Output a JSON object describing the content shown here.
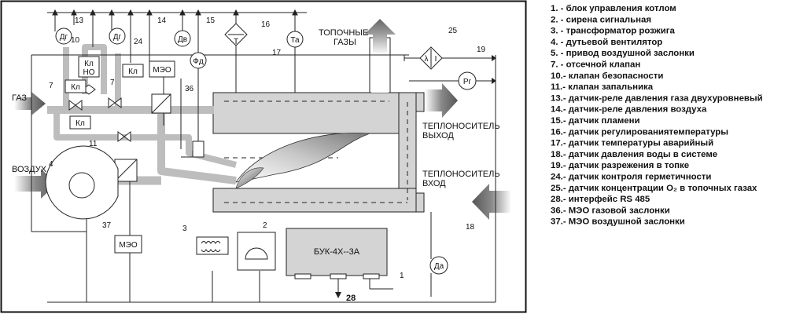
{
  "labels": {
    "gas": "ГАЗ",
    "air": "ВОЗДУХ",
    "flue_gases_1": "ТОПОЧНЫЕ",
    "flue_gases_2": "ГАЗЫ",
    "coolant_out_1": "ТЕПЛОНОСИТЕЛЬ",
    "coolant_out_2": "ВЫХОД",
    "coolant_in_1": "ТЕПЛОНОСИТЕЛЬ",
    "coolant_in_2": "ВХОД",
    "controller": "БУК-4Х--3А",
    "interface_num": "28",
    "valve_kl": "Кл",
    "valve_kl_no_1": "Кл",
    "valve_kl_no_2": "НО",
    "meo": "МЭО",
    "dg": "Дг",
    "dv": "Дв",
    "fd": "Фд",
    "ta": "Та",
    "rg": "Рг",
    "da": "Да",
    "t_sensor": "Т",
    "lambda": "λ",
    "lambda_I": "I"
  },
  "numbers": {
    "n1": "1",
    "n2": "2",
    "n3": "3",
    "n4": "4",
    "n7a": "7",
    "n7b": "7",
    "n10": "10",
    "n11": "11",
    "n13": "13",
    "n14": "14",
    "n15": "15",
    "n16": "16",
    "n17": "17",
    "n18": "18",
    "n19": "19",
    "n24": "24",
    "n25": "25",
    "n36": "36",
    "n37": "37"
  },
  "legend": [
    "1. - блок управления котлом",
    "2. - сирена сигнальная",
    "3. - трансформатор розжига",
    "4. - дутьевой вентилятор",
    "5. - привод воздушной заслонки",
    "7. - отсечной клапан",
    "10.- клапан безопасности",
    "11.- клапан запальника",
    "13.- датчик-реле давления газа двухуровневый",
    "14.- датчик-реле давления воздуха",
    "15.- датчик пламени",
    "16.- датчик регулированиятемпературы",
    "17.- датчик температуры аварийный",
    "18.- датчик давления воды в системе",
    "19.- датчик разрежения в топке",
    "24.- датчик контроля герметичности",
    "25.- датчик концентрации O₂ в топочных газах",
    "28.- интерфейс RS 485",
    "36.- МЭО газовой заслонки",
    "37.- МЭО воздушной заслонки"
  ]
}
